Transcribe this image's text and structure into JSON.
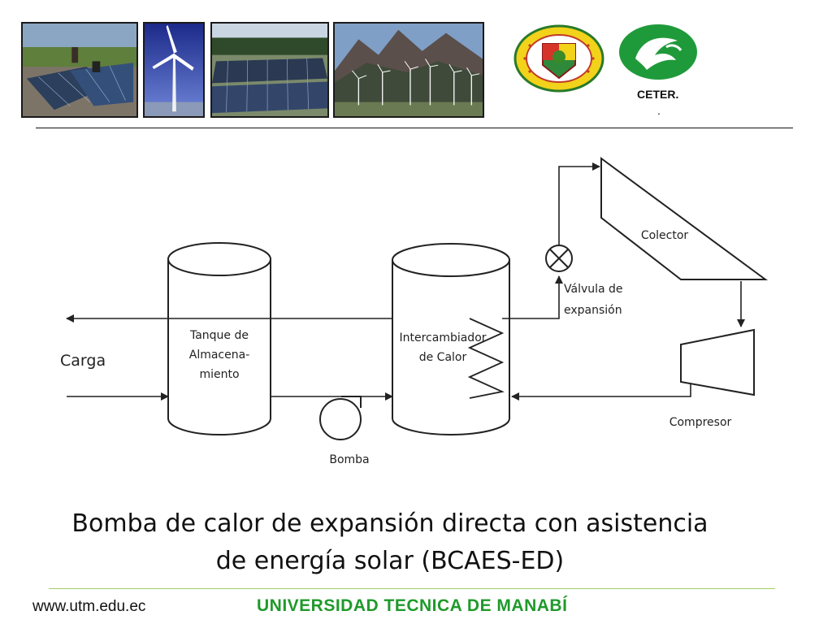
{
  "header": {
    "ceter_label": "CETER.",
    "ceter_dot": "."
  },
  "diagram": {
    "tank_label_lines": [
      "Tanque de",
      "Almacena-",
      "miento"
    ],
    "exchanger_label_lines": [
      "Intercambiador",
      "de Calor"
    ],
    "collector_label": "Colector",
    "valve_label_lines": [
      "Válvula de",
      "expansión"
    ],
    "load_label": "Carga",
    "pump_label": "Bomba",
    "compressor_label": "Compresor"
  },
  "caption": {
    "line1": "Bomba de calor de expansión directa con asistencia",
    "line2": "de energía solar (BCAES-ED)"
  },
  "footer": {
    "website": "www.utm.edu.ec",
    "university": "UNIVERSIDAD TECNICA DE MANABÍ"
  },
  "colors": {
    "university_green": "#1f9a2b",
    "rule_green": "#a6cc6a"
  }
}
